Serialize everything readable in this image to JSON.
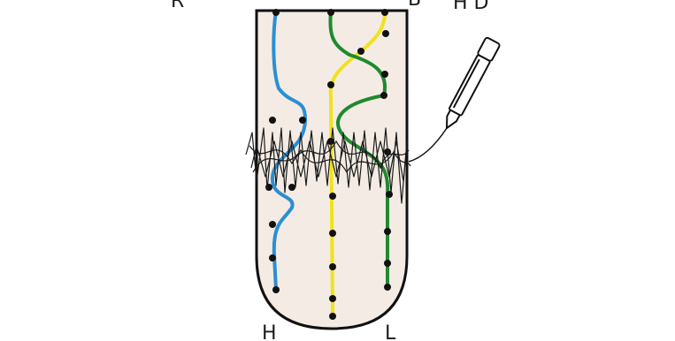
{
  "colors": {
    "background": "#ffffff",
    "panel_fill": "#f4ece4",
    "outline": "#111111",
    "blue_path": "#2a8fd4",
    "yellow_path": "#f0e21c",
    "green_path": "#1f8a2e",
    "dot": "#111111",
    "scribble": "#1a1a1a"
  },
  "labels": {
    "top_left_letter": "R",
    "top_middle_letter": "B",
    "top_right_letters": "H D",
    "bottom_left_letter": "H",
    "bottom_right_letter": "L"
  },
  "icons": {
    "pen": "pen-icon",
    "scribble": "scribble-mark"
  }
}
